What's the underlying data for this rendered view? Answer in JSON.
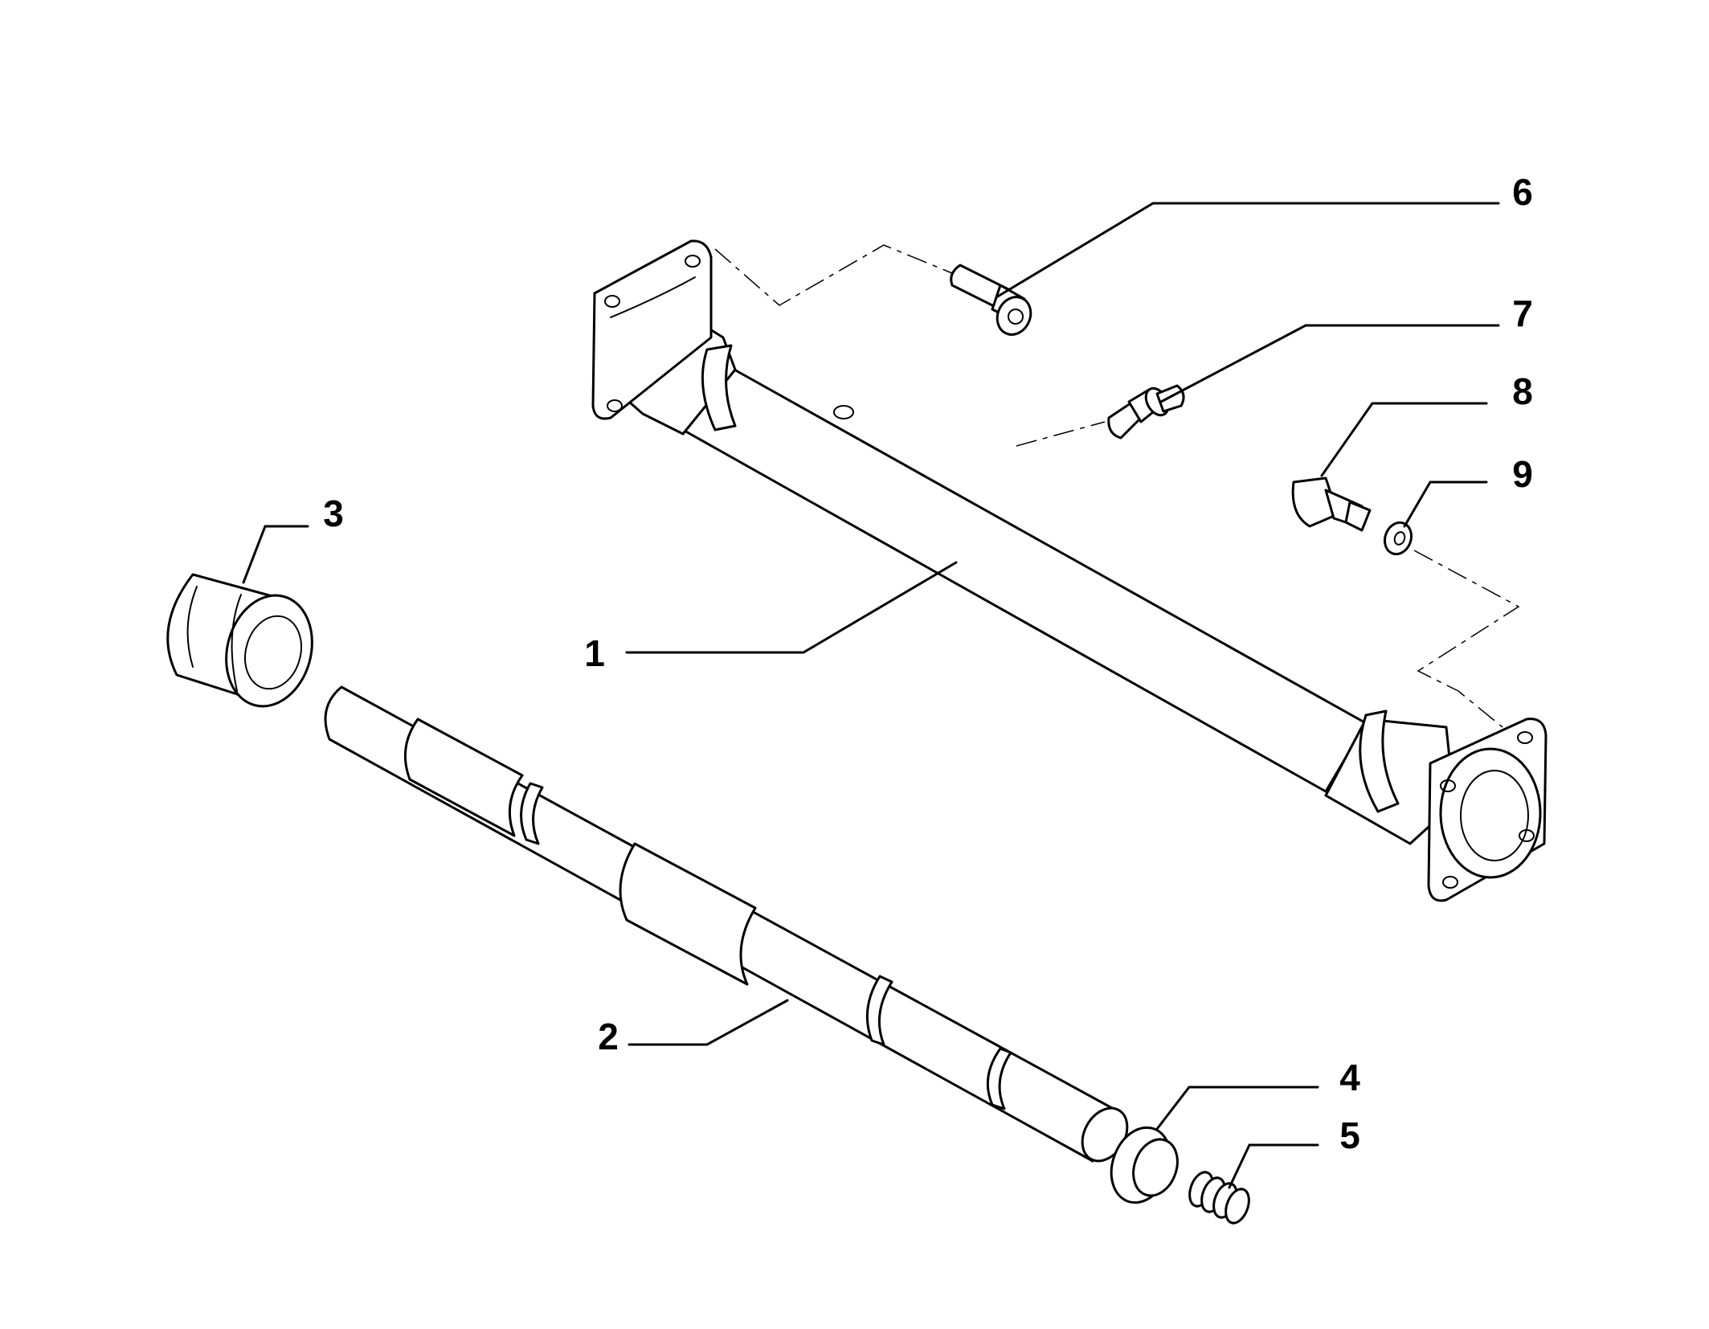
{
  "diagram": {
    "line_color": "#000000",
    "background_color": "#ffffff",
    "callouts": [
      "1",
      "2",
      "3",
      "4",
      "5",
      "6",
      "7",
      "8",
      "9"
    ]
  }
}
